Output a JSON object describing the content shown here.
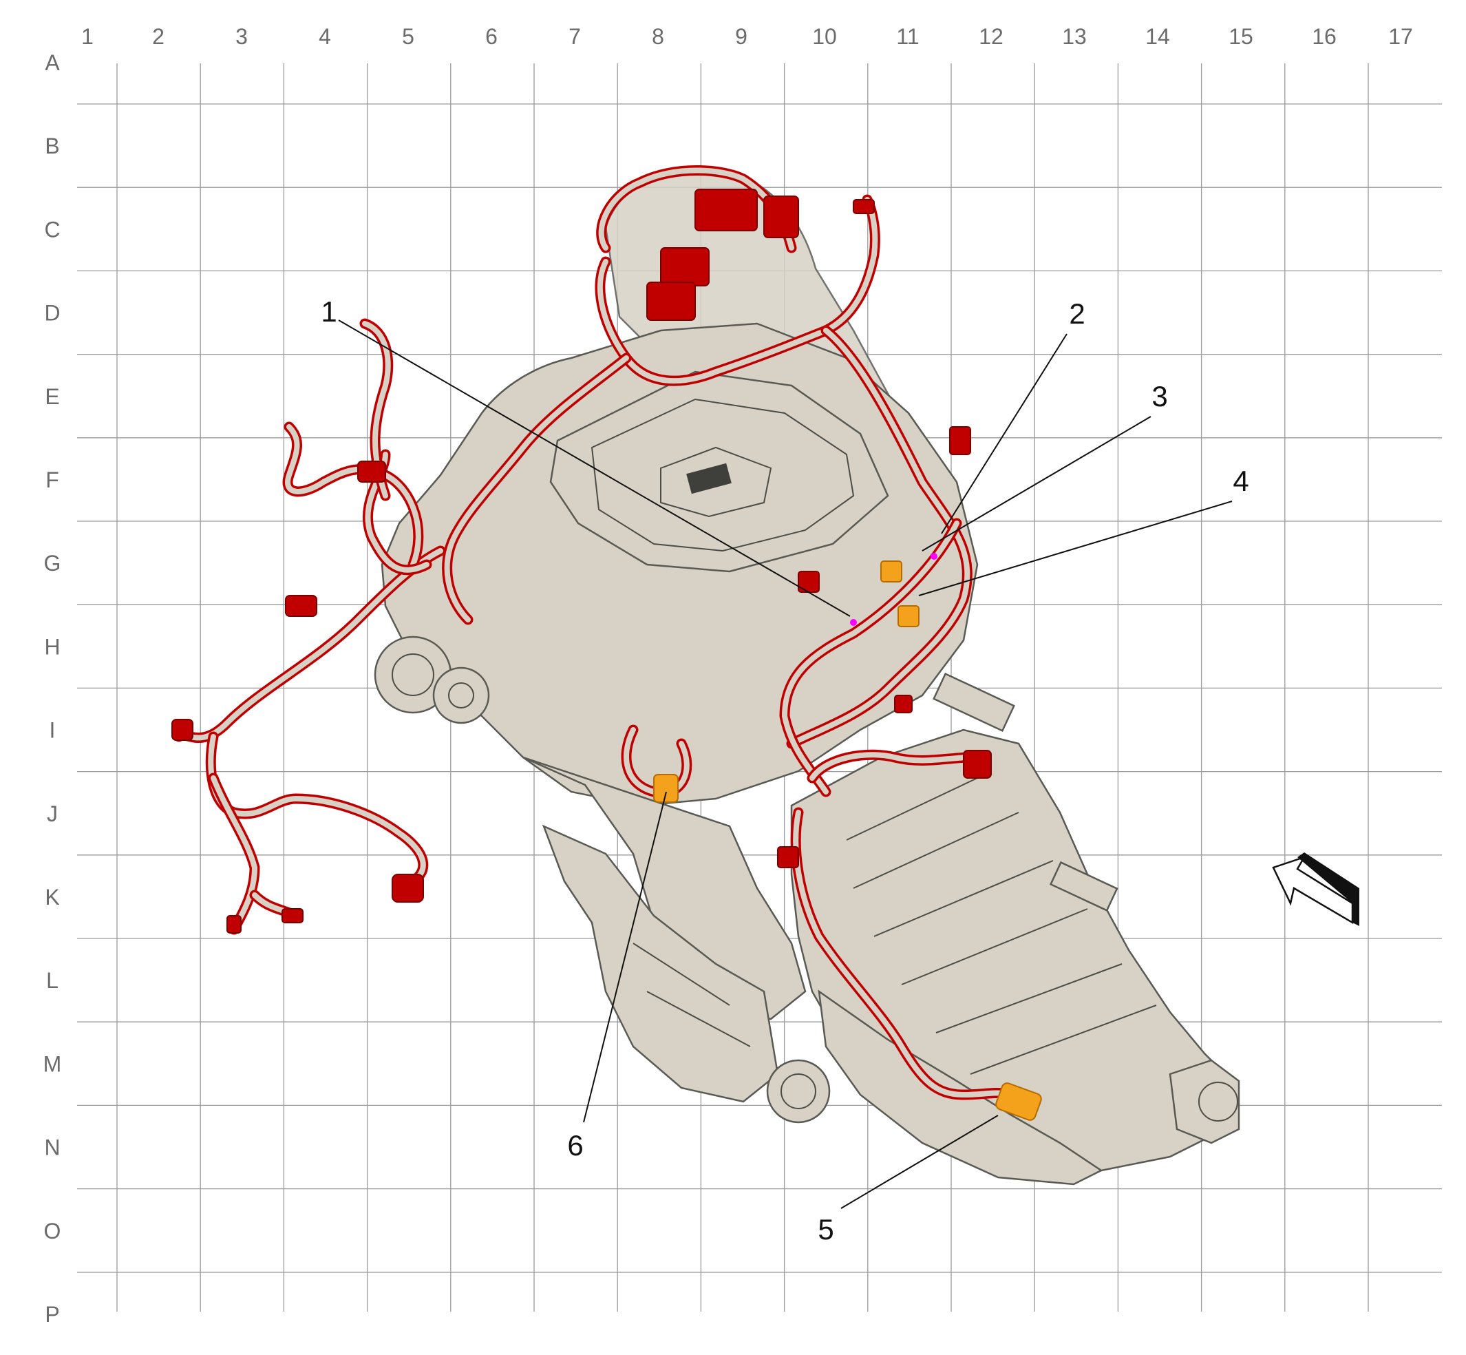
{
  "grid": {
    "columns": [
      "1",
      "2",
      "3",
      "4",
      "5",
      "6",
      "7",
      "8",
      "9",
      "10",
      "11",
      "12",
      "13",
      "14",
      "15",
      "16",
      "17"
    ],
    "rows": [
      "A",
      "B",
      "C",
      "D",
      "E",
      "F",
      "G",
      "H",
      "I",
      "J",
      "K",
      "L",
      "M",
      "N",
      "O",
      "P"
    ]
  },
  "callouts": [
    {
      "id": "callout-1",
      "label": "1"
    },
    {
      "id": "callout-2",
      "label": "2"
    },
    {
      "id": "callout-3",
      "label": "3"
    },
    {
      "id": "callout-4",
      "label": "4"
    },
    {
      "id": "callout-5",
      "label": "5"
    },
    {
      "id": "callout-6",
      "label": "6"
    }
  ],
  "colors": {
    "harness": "#c00000",
    "highlighted_connector": "#f4a21b",
    "marker": "#ff00ff",
    "engine_body": "#d7d2c5",
    "grid": "#9a9a9a"
  },
  "icons": {
    "orientation_arrow": "front-direction-arrow-icon"
  }
}
